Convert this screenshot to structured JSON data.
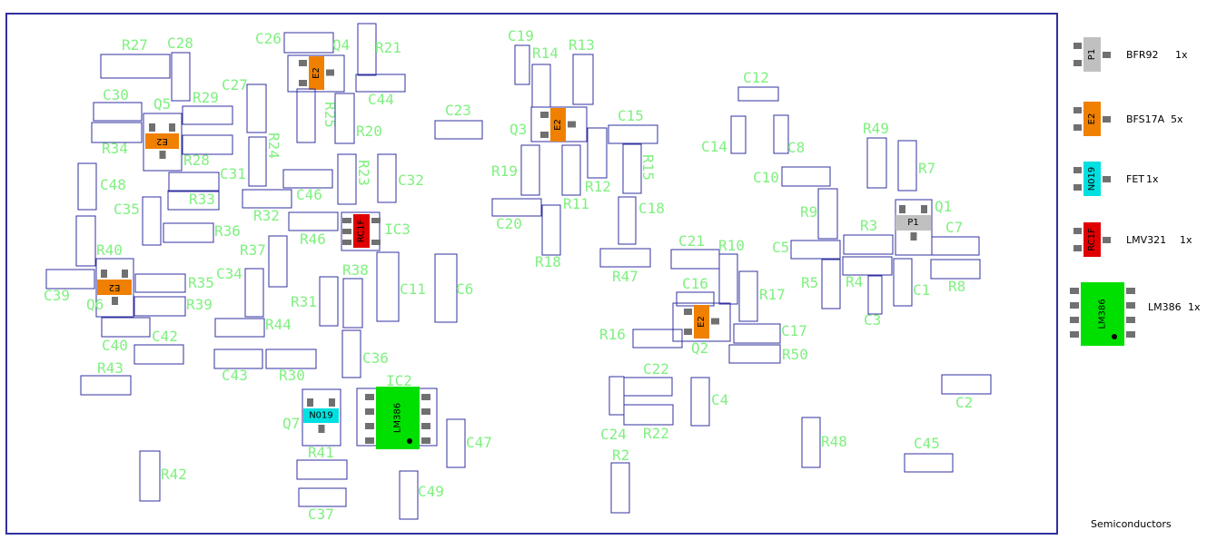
{
  "colors": {
    "board_outline": "#3030a0",
    "pad_outline": "#3030a0",
    "designator": "#80f080",
    "bfr92": "#c0c0c0",
    "bfs17a": "#f08000",
    "fet": "#00e0e0",
    "lmv321": "#e00000",
    "lm386": "#00e000",
    "pin": "#707070"
  },
  "components": [
    {
      "ref": "R27",
      "type": "pad"
    },
    {
      "ref": "C28",
      "type": "pad"
    },
    {
      "ref": "C26",
      "type": "pad"
    },
    {
      "ref": "Q4",
      "type": "bfs17a",
      "marking": "E2"
    },
    {
      "ref": "R21",
      "type": "pad"
    },
    {
      "ref": "C19",
      "type": "pad"
    },
    {
      "ref": "R14",
      "type": "pad"
    },
    {
      "ref": "R13",
      "type": "pad"
    },
    {
      "ref": "C30",
      "type": "pad"
    },
    {
      "ref": "Q5",
      "type": "bfs17a",
      "marking": "E2"
    },
    {
      "ref": "R29",
      "type": "pad"
    },
    {
      "ref": "C27",
      "type": "pad"
    },
    {
      "ref": "C44",
      "type": "pad"
    },
    {
      "ref": "R25",
      "type": "pad"
    },
    {
      "ref": "C23",
      "type": "pad"
    },
    {
      "ref": "R34",
      "type": "pad"
    },
    {
      "ref": "R24",
      "type": "pad"
    },
    {
      "ref": "R20",
      "type": "pad"
    },
    {
      "ref": "Q3",
      "type": "bfs17a",
      "marking": "E2"
    },
    {
      "ref": "C15",
      "type": "pad"
    },
    {
      "ref": "C12",
      "type": "pad"
    },
    {
      "ref": "C14",
      "type": "pad"
    },
    {
      "ref": "C8",
      "type": "pad"
    },
    {
      "ref": "R49",
      "type": "pad"
    },
    {
      "ref": "R28",
      "type": "pad"
    },
    {
      "ref": "C31",
      "type": "pad"
    },
    {
      "ref": "R23",
      "type": "pad"
    },
    {
      "ref": "C32",
      "type": "pad"
    },
    {
      "ref": "R19",
      "type": "pad"
    },
    {
      "ref": "R12",
      "type": "pad"
    },
    {
      "ref": "R15",
      "type": "pad"
    },
    {
      "ref": "R7",
      "type": "pad"
    },
    {
      "ref": "C10",
      "type": "pad"
    },
    {
      "ref": "C48",
      "type": "pad"
    },
    {
      "ref": "R33",
      "type": "pad"
    },
    {
      "ref": "C46",
      "type": "pad"
    },
    {
      "ref": "R11",
      "type": "pad"
    },
    {
      "ref": "C18",
      "type": "pad"
    },
    {
      "ref": "R9",
      "type": "pad"
    },
    {
      "ref": "Q1",
      "type": "bfr92",
      "marking": "P1"
    },
    {
      "ref": "C35",
      "type": "pad"
    },
    {
      "ref": "R32",
      "type": "pad"
    },
    {
      "ref": "C20",
      "type": "pad"
    },
    {
      "ref": "R3",
      "type": "pad"
    },
    {
      "ref": "C7",
      "type": "pad"
    },
    {
      "ref": "R36",
      "type": "pad"
    },
    {
      "ref": "R46",
      "type": "pad"
    },
    {
      "ref": "IC3",
      "type": "lmv321",
      "marking": "RC1F"
    },
    {
      "ref": "C21",
      "type": "pad"
    },
    {
      "ref": "R10",
      "type": "pad"
    },
    {
      "ref": "C5",
      "type": "pad"
    },
    {
      "ref": "R40",
      "type": "pad"
    },
    {
      "ref": "R37",
      "type": "pad"
    },
    {
      "ref": "R18",
      "type": "pad"
    },
    {
      "ref": "R47",
      "type": "pad"
    },
    {
      "ref": "R4",
      "type": "pad"
    },
    {
      "ref": "R8",
      "type": "pad"
    },
    {
      "ref": "C34",
      "type": "pad"
    },
    {
      "ref": "R38",
      "type": "pad"
    },
    {
      "ref": "C11",
      "type": "pad"
    },
    {
      "ref": "C6",
      "type": "pad"
    },
    {
      "ref": "R5",
      "type": "pad"
    },
    {
      "ref": "C1",
      "type": "pad"
    },
    {
      "ref": "C39",
      "type": "pad"
    },
    {
      "ref": "R35",
      "type": "pad"
    },
    {
      "ref": "C16",
      "type": "pad"
    },
    {
      "ref": "R17",
      "type": "pad"
    },
    {
      "ref": "Q6",
      "type": "bfs17a",
      "marking": "E2"
    },
    {
      "ref": "R39",
      "type": "pad"
    },
    {
      "ref": "R31",
      "type": "pad"
    },
    {
      "ref": "C3",
      "type": "pad"
    },
    {
      "ref": "R44",
      "type": "pad"
    },
    {
      "ref": "R16",
      "type": "pad"
    },
    {
      "ref": "Q2",
      "type": "bfs17a",
      "marking": "E2"
    },
    {
      "ref": "C17",
      "type": "pad"
    },
    {
      "ref": "C40",
      "type": "pad"
    },
    {
      "ref": "C42",
      "type": "pad"
    },
    {
      "ref": "R50",
      "type": "pad"
    },
    {
      "ref": "C36",
      "type": "pad"
    },
    {
      "ref": "R43",
      "type": "pad"
    },
    {
      "ref": "C43",
      "type": "pad"
    },
    {
      "ref": "R30",
      "type": "pad"
    },
    {
      "ref": "C22",
      "type": "pad"
    },
    {
      "ref": "IC2",
      "type": "lm386",
      "marking": "LM386"
    },
    {
      "ref": "C4",
      "type": "pad"
    },
    {
      "ref": "C2",
      "type": "pad"
    },
    {
      "ref": "Q7",
      "type": "fet",
      "marking": "N019"
    },
    {
      "ref": "C24",
      "type": "pad"
    },
    {
      "ref": "R22",
      "type": "pad"
    },
    {
      "ref": "C47",
      "type": "pad"
    },
    {
      "ref": "R48",
      "type": "pad"
    },
    {
      "ref": "R41",
      "type": "pad"
    },
    {
      "ref": "C45",
      "type": "pad"
    },
    {
      "ref": "R2",
      "type": "pad"
    },
    {
      "ref": "R42",
      "type": "pad"
    },
    {
      "ref": "C49",
      "type": "pad"
    },
    {
      "ref": "C37",
      "type": "pad"
    }
  ],
  "legend": {
    "title": "Semiconductors",
    "items": [
      {
        "name": "BFR92",
        "count": "1x",
        "marking": "P1",
        "color": "#c0c0c0"
      },
      {
        "name": "BFS17A",
        "count": "5x",
        "marking": "E2",
        "color": "#f08000"
      },
      {
        "name": "FET",
        "count": "1x",
        "marking": "N019",
        "color": "#00e0e0"
      },
      {
        "name": "LMV321",
        "count": "1x",
        "marking": "RC1F",
        "color": "#e00000"
      },
      {
        "name": "LM386",
        "count": "1x",
        "marking": "LM386",
        "color": "#00e000"
      }
    ]
  }
}
